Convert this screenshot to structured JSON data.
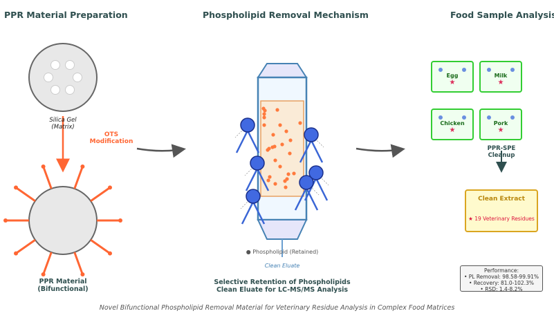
{
  "sections": {
    "preparation": {
      "title": "PPR Material Preparation",
      "silica_label_line1": "Silica Gel",
      "silica_label_line2": "(Matrix)",
      "modification_line1": "OTS",
      "modification_line2": "Modification",
      "ppr_label_line1": "PPR Material",
      "ppr_label_line2": "(Bifunctional)"
    },
    "mechanism": {
      "title": "Phospholipid Removal Mechanism",
      "legend_symbol": "●",
      "legend_text": "Phospholipid (Retained)",
      "eluate_label": "Clean Eluate",
      "caption_line1": "Selective Retention of Phospholipids",
      "caption_line2": "Clean Eluate for LC-MS/MS Analysis"
    },
    "food": {
      "title": "Food Sample Analysis",
      "samples": [
        {
          "name": "Egg",
          "marker": "★"
        },
        {
          "name": "Milk",
          "marker": "★"
        },
        {
          "name": "Chicken",
          "marker": "★"
        },
        {
          "name": "Pork",
          "marker": "★"
        }
      ],
      "cleanup_line1": "PPR-SPE",
      "cleanup_line2": "Cleanup",
      "extract_title": "Clean Extract",
      "extract_detail": "★ 19 Veterinary Residues",
      "performance": {
        "title": "Performance:",
        "items": [
          "• PL Removal: 98.58-99.91%",
          "• Recovery: 81.0-102.3%",
          "• RSD: 1.4-8.2%"
        ]
      }
    }
  },
  "footer_caption": "Novel Bifunctional Phospholipid Removal Material for Veterinary Residue Analysis in Complex Food Matrices",
  "colors": {
    "title": "#2f4f4f",
    "orange": "#ff6633",
    "phospholipid_head": "#4169e1",
    "column_border": "#4682b4",
    "sample_border": "#32cd32",
    "extract_border": "#daa520",
    "star": "#dc2d5a"
  }
}
